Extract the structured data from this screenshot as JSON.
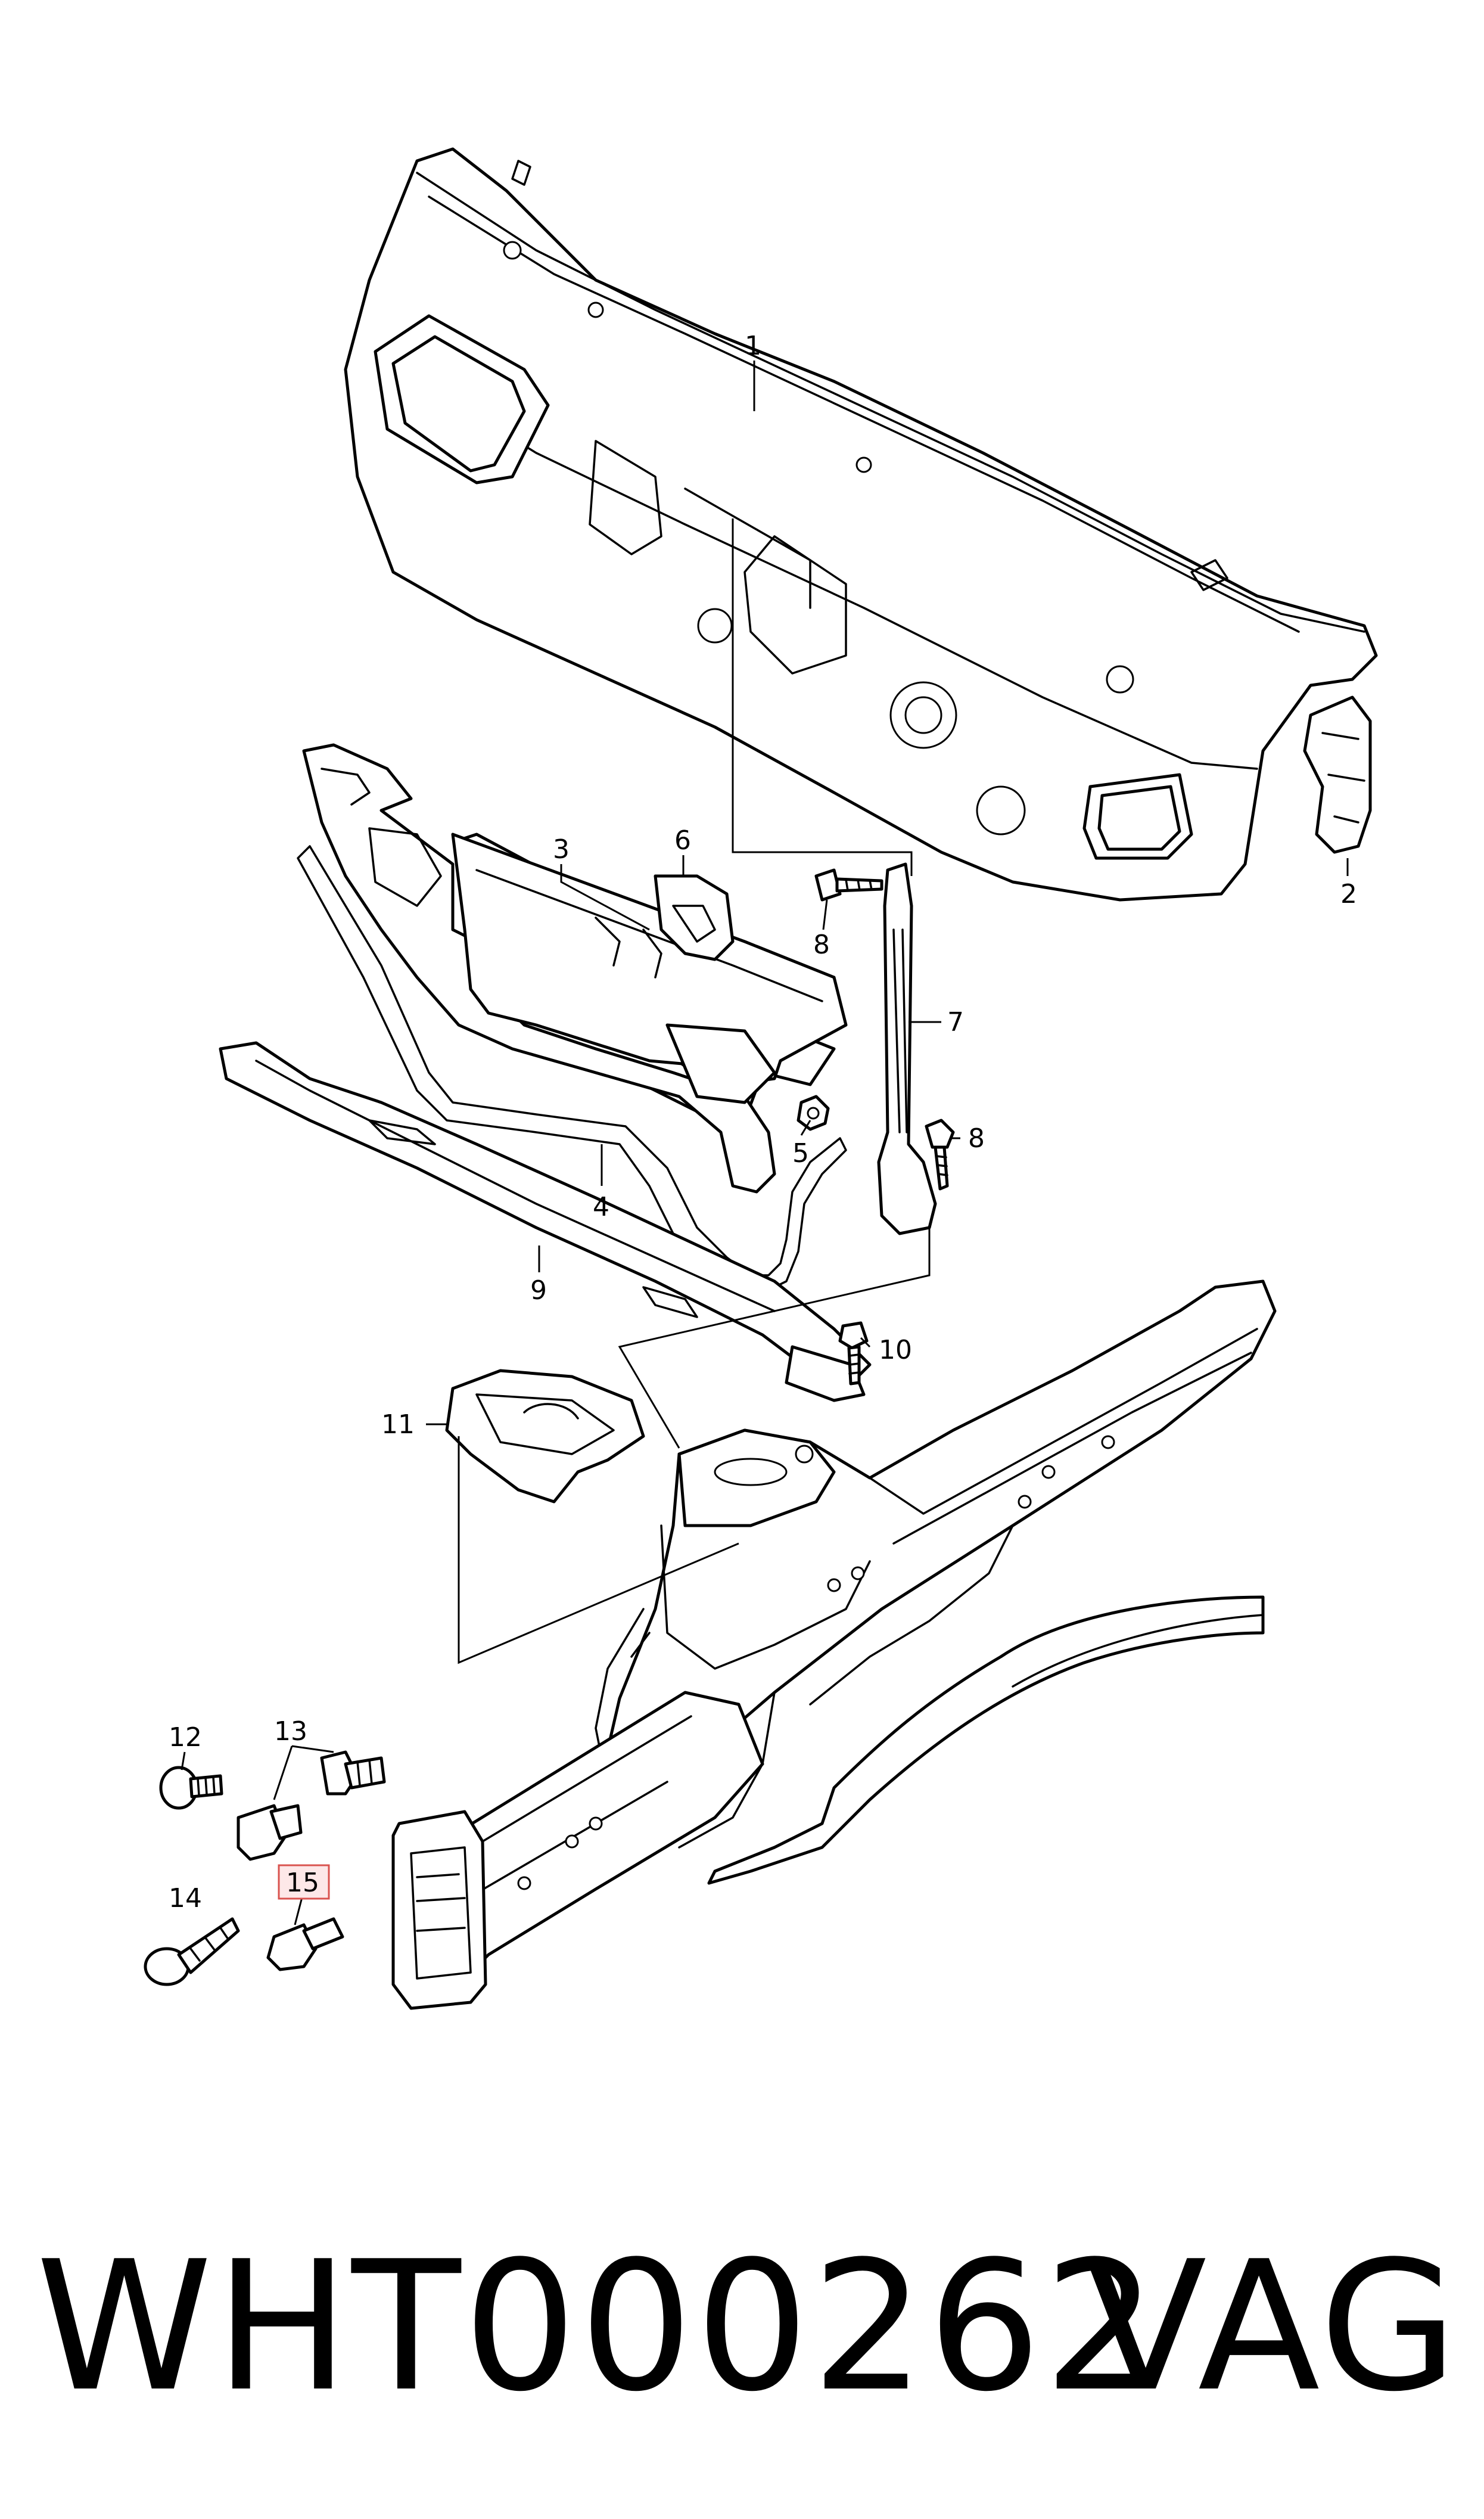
{
  "diagram": {
    "callouts": [
      {
        "id": "1",
        "label": "1"
      },
      {
        "id": "2",
        "label": "2"
      },
      {
        "id": "3",
        "label": "3"
      },
      {
        "id": "4",
        "label": "4"
      },
      {
        "id": "5",
        "label": "5"
      },
      {
        "id": "6",
        "label": "6"
      },
      {
        "id": "7",
        "label": "7"
      },
      {
        "id": "8a",
        "label": "8"
      },
      {
        "id": "8b",
        "label": "8"
      },
      {
        "id": "9",
        "label": "9"
      },
      {
        "id": "10",
        "label": "10"
      },
      {
        "id": "11",
        "label": "11"
      },
      {
        "id": "12",
        "label": "12"
      },
      {
        "id": "13",
        "label": "13"
      },
      {
        "id": "14",
        "label": "14"
      },
      {
        "id": "15",
        "label": "15"
      }
    ],
    "highlighted_callout": "15",
    "highlight_color": "#d9534f"
  },
  "footer": {
    "part_number": "WHT000262",
    "brand": "VAG"
  }
}
